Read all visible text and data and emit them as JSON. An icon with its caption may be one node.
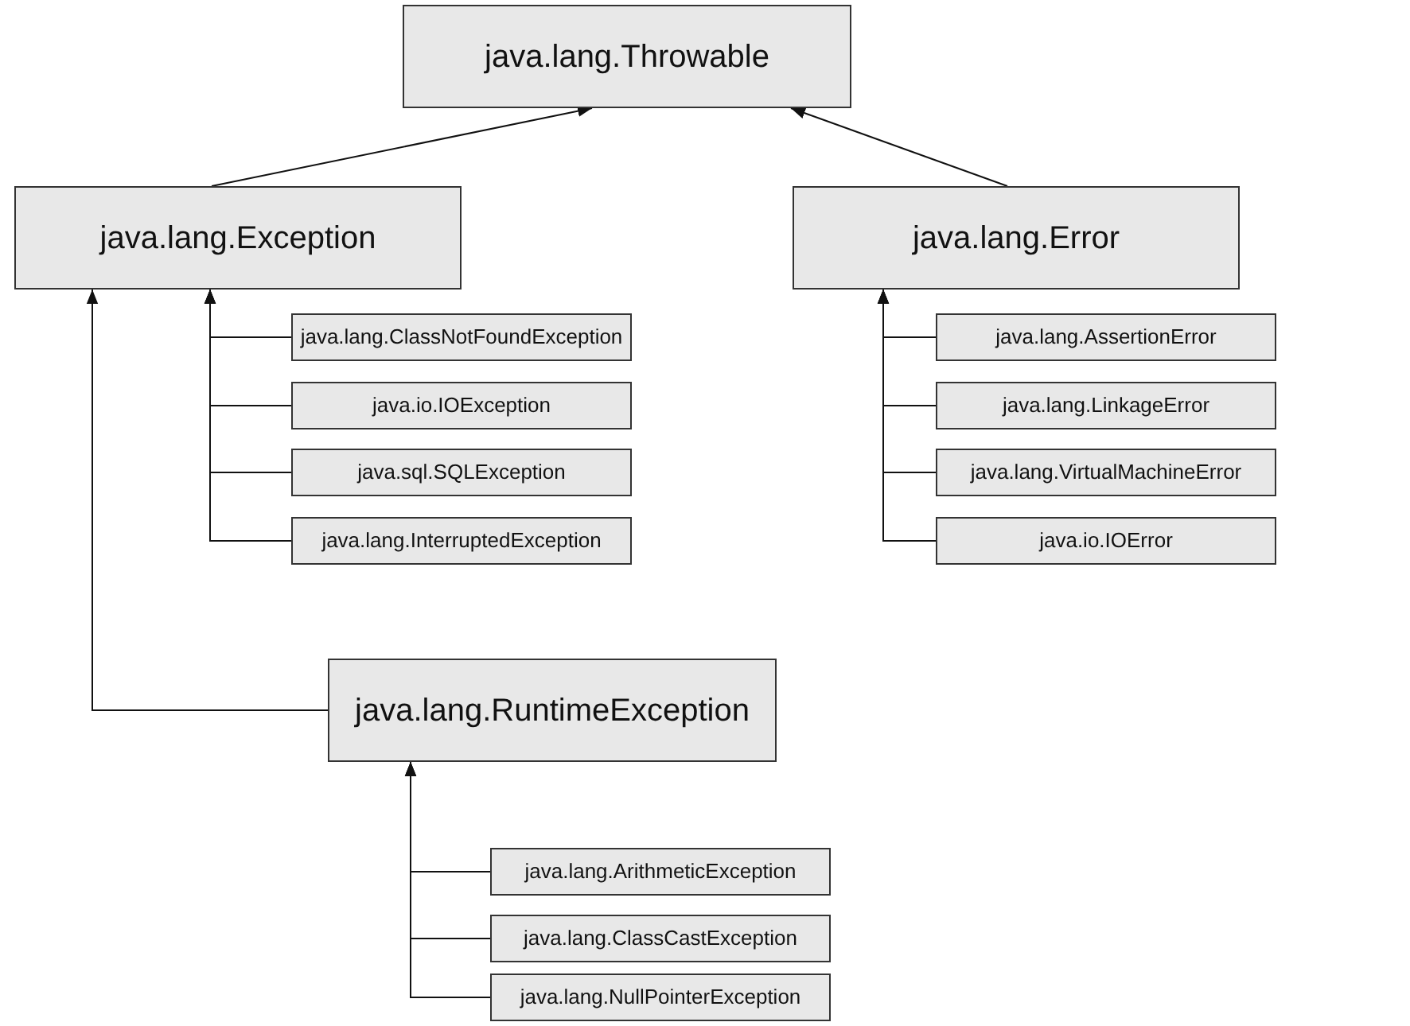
{
  "diagram": {
    "nodes": [
      {
        "text": [
          "java.lang.Throwable"
        ]
      },
      {
        "text": [
          "java.lang.Exception"
        ]
      },
      {
        "text": [
          "java.lang.Error"
        ]
      },
      {
        "text": [
          "java.lang.ClassNotFoundException"
        ]
      },
      {
        "text": [
          "java.io.IOException"
        ]
      },
      {
        "text": [
          "java.sql.SQLException"
        ]
      },
      {
        "text": [
          "java.lang.InterruptedException"
        ]
      },
      {
        "text": [
          "java.lang.AssertionError"
        ]
      },
      {
        "text": [
          "java.lang.LinkageError"
        ]
      },
      {
        "text": [
          "java.lang.VirtualMachineError"
        ]
      },
      {
        "text": [
          "java.io.IOError"
        ]
      },
      {
        "text": [
          "java.lang.RuntimeException"
        ]
      },
      {
        "text": [
          "java.lang.ArithmeticException"
        ]
      },
      {
        "text": [
          "java.lang.ClassCastException"
        ]
      },
      {
        "text": [
          "java.lang.NullPointerException"
        ]
      }
    ],
    "edges": [
      {
        "from": 1,
        "to": 0,
        "arrow": "to"
      },
      {
        "from": 2,
        "to": 0,
        "arrow": "to"
      },
      {
        "from": 3,
        "to": 1,
        "arrow": "to"
      },
      {
        "from": 4,
        "to": 1,
        "arrow": "to"
      },
      {
        "from": 5,
        "to": 1,
        "arrow": "to"
      },
      {
        "from": 6,
        "to": 1,
        "arrow": "to"
      },
      {
        "from": 7,
        "to": 2,
        "arrow": "to"
      },
      {
        "from": 8,
        "to": 2,
        "arrow": "to"
      },
      {
        "from": 9,
        "to": 2,
        "arrow": "to"
      },
      {
        "from": 10,
        "to": 2,
        "arrow": "to"
      },
      {
        "from": 11,
        "to": 1,
        "arrow": "to"
      },
      {
        "from": 12,
        "to": 11,
        "arrow": "to"
      },
      {
        "from": 13,
        "to": 11,
        "arrow": "to"
      },
      {
        "from": 14,
        "to": 11,
        "arrow": "to"
      }
    ]
  }
}
